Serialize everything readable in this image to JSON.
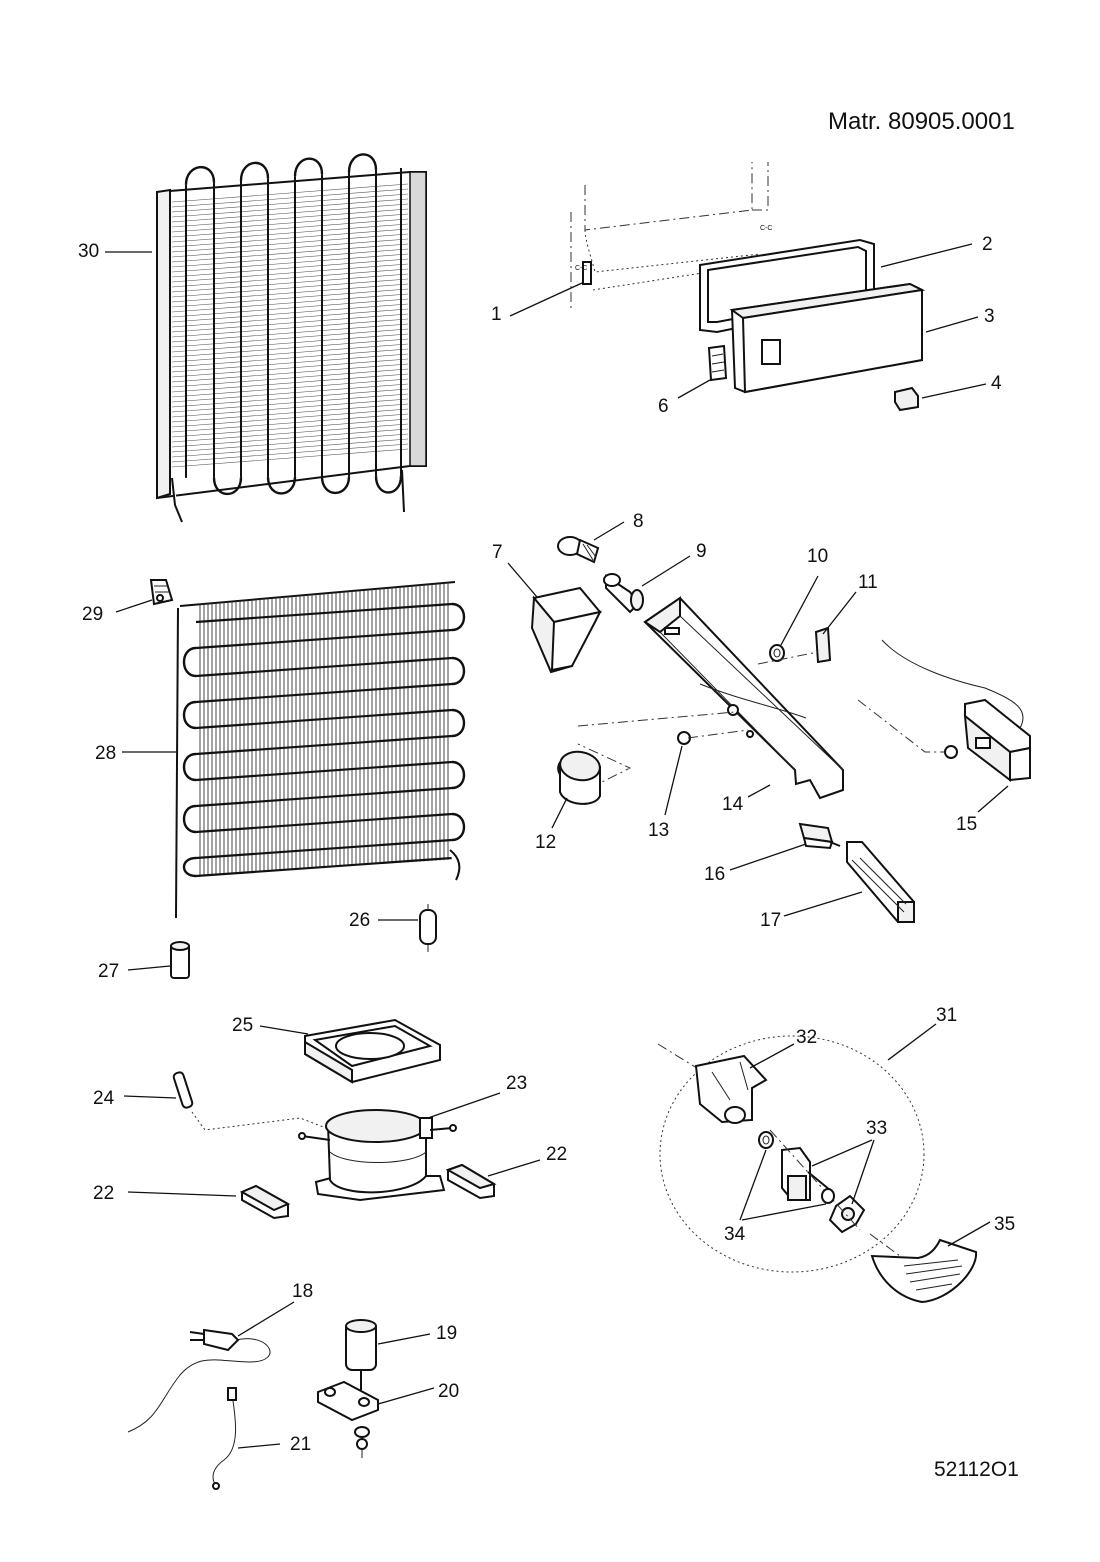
{
  "header": {
    "material_number": "Matr. 80905.0001",
    "drawing_code": "52112O1"
  },
  "callouts": [
    {
      "id": "30",
      "label": "30"
    },
    {
      "id": "1",
      "label": "1"
    },
    {
      "id": "2",
      "label": "2"
    },
    {
      "id": "3",
      "label": "3"
    },
    {
      "id": "4",
      "label": "4"
    },
    {
      "id": "6",
      "label": "6"
    },
    {
      "id": "7",
      "label": "7"
    },
    {
      "id": "8",
      "label": "8"
    },
    {
      "id": "9",
      "label": "9"
    },
    {
      "id": "10",
      "label": "10"
    },
    {
      "id": "11",
      "label": "11"
    },
    {
      "id": "12",
      "label": "12"
    },
    {
      "id": "13",
      "label": "13"
    },
    {
      "id": "14",
      "label": "14"
    },
    {
      "id": "15",
      "label": "15"
    },
    {
      "id": "16",
      "label": "16"
    },
    {
      "id": "17",
      "label": "17"
    },
    {
      "id": "29",
      "label": "29"
    },
    {
      "id": "28",
      "label": "28"
    },
    {
      "id": "26",
      "label": "26"
    },
    {
      "id": "27",
      "label": "27"
    },
    {
      "id": "25",
      "label": "25"
    },
    {
      "id": "24",
      "label": "24"
    },
    {
      "id": "23",
      "label": "23"
    },
    {
      "id": "22a",
      "label": "22"
    },
    {
      "id": "22b",
      "label": "22"
    },
    {
      "id": "31",
      "label": "31"
    },
    {
      "id": "32",
      "label": "32"
    },
    {
      "id": "33",
      "label": "33"
    },
    {
      "id": "34",
      "label": "34"
    },
    {
      "id": "35",
      "label": "35"
    },
    {
      "id": "18",
      "label": "18"
    },
    {
      "id": "19",
      "label": "19"
    },
    {
      "id": "20",
      "label": "20"
    },
    {
      "id": "21",
      "label": "21"
    }
  ]
}
